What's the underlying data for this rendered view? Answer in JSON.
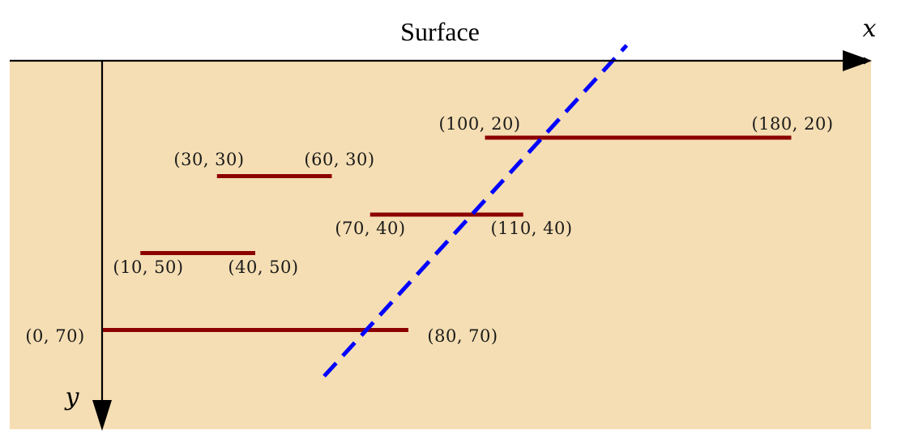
{
  "surface_label": "Surface",
  "x_axis_label": "x",
  "y_axis_label": "y",
  "colors": {
    "ground": "#f5deb3",
    "segment": "#8b0000",
    "fault_line": "#0000ff",
    "axis": "#000000"
  },
  "segments": [
    {
      "start": [
        100,
        20
      ],
      "end": [
        180,
        20
      ],
      "start_label": "(100, 20)",
      "end_label": "(180, 20)"
    },
    {
      "start": [
        30,
        30
      ],
      "end": [
        60,
        30
      ],
      "start_label": "(30, 30)",
      "end_label": "(60, 30)"
    },
    {
      "start": [
        70,
        40
      ],
      "end": [
        110,
        40
      ],
      "start_label": "(70, 40)",
      "end_label": "(110, 40)"
    },
    {
      "start": [
        10,
        50
      ],
      "end": [
        40,
        50
      ],
      "start_label": "(10, 50)",
      "end_label": "(40, 50)"
    },
    {
      "start": [
        0,
        70
      ],
      "end": [
        80,
        70
      ],
      "start_label": "(0, 70)",
      "end_label": "(80, 70)"
    }
  ],
  "fault_line": {
    "start": [
      58,
      82
    ],
    "end": [
      137,
      -4
    ]
  }
}
